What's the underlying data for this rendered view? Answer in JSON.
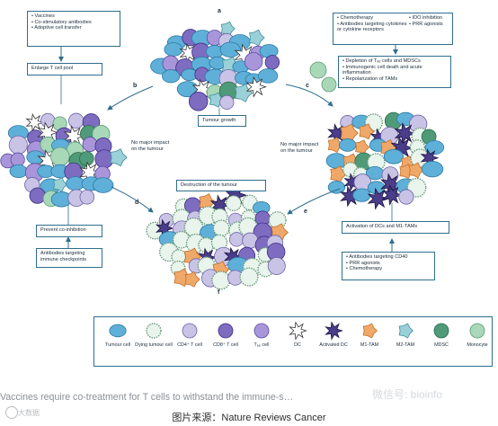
{
  "panel_letters": {
    "a": "a",
    "b": "b",
    "c": "c",
    "d": "d",
    "e": "e",
    "f": "f"
  },
  "box_vaccines": {
    "items": [
      "Vaccines",
      "Co-stimulatory antibodies",
      "Adoptive cell transfer"
    ]
  },
  "enlarge_label": "Enlarge T cell pool",
  "tumour_growth_label": "Tumour growth",
  "box_chemo": {
    "left": [
      "Chemotherapy",
      "Antibodies targeting cytokines or cytokine receptors"
    ],
    "right": [
      "IDO inhibition",
      "PRR agonists"
    ]
  },
  "box_depletion": {
    "items": [
      "Depletion of Tₑₑ cells and MDSCs",
      "Immunogenic cell death and acute inflammation",
      "Repolarization of TAMs"
    ]
  },
  "no_impact_left": "No major impact on the tumour",
  "no_impact_right": "No major impact on the tumour",
  "destruction_label": "Destruction of the tumour",
  "prevent_label": "Prevent co-inhibition",
  "checkpoints_label": "Antibodies targeting immune checkpoints",
  "activation_label": "Activation of DCs and M1-TAMs",
  "box_cd40": {
    "items": [
      "Antibodies targeting CD40",
      "PRR agonists",
      "Chemotherapy"
    ]
  },
  "legend": [
    {
      "name": "tumour-cell",
      "label": "Tumour cell",
      "color": "#5fb0d8"
    },
    {
      "name": "dying-tumour-cell",
      "label": "Dying tumour cell",
      "color": "#e8f4ec"
    },
    {
      "name": "cd4-t-cell",
      "label": "CD4⁺ T cell",
      "color": "#c9c3e6"
    },
    {
      "name": "cd8-t-cell",
      "label": "CD8⁺ T cell",
      "color": "#7e6cc0"
    },
    {
      "name": "treg-cell",
      "label": "Tₑₑ cell",
      "color": "#a996da"
    },
    {
      "name": "dc",
      "label": "DC",
      "color": "#ffffff"
    },
    {
      "name": "activated-dc",
      "label": "Activated DC",
      "color": "#4a3d8a"
    },
    {
      "name": "m1-tam",
      "label": "M1-TAM",
      "color": "#f0a868"
    },
    {
      "name": "m2-tam",
      "label": "M2-TAM",
      "color": "#9ad0d8"
    },
    {
      "name": "mdsc",
      "label": "MDSC",
      "color": "#4f9a78"
    },
    {
      "name": "monocyte",
      "label": "Monocyte",
      "color": "#a8d8b8"
    }
  ],
  "caption": "Vaccines require co-treatment for T cells to withstand the immune-s…",
  "source": "图片来源：Nature Reviews Cancer",
  "watermark_text": "大数据",
  "watermark_logo": "微信号: bioinfo"
}
